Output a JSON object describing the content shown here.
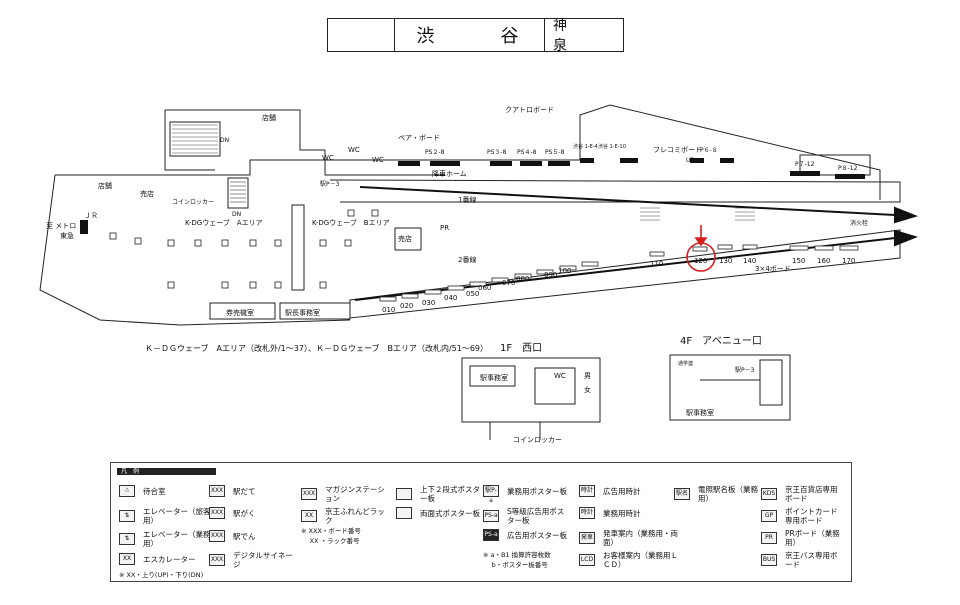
{
  "header": {
    "station": "渋　谷",
    "next_station": "神　泉"
  },
  "map": {
    "labels": {
      "jr": "ＪＲ",
      "metro": "至 メトロ",
      "toyoko": "東急",
      "shop_top": "店舗",
      "shop1": "店舗",
      "shop2": "売店",
      "coin_locker": "コインロッカー",
      "kdg_a": "K-DGウェーブ　Aエリア",
      "kdg_b": "K-DGウェーブ　Bエリア",
      "wc1": "WC",
      "wc2": "WC",
      "wc3": "WC",
      "pair_board": "ペア・ボード",
      "quattro_board": "クアトロボード",
      "flecomi_board": "フレコミボード",
      "arrival_platform": "降車ホーム",
      "track1": "1番線",
      "track2": "2番線",
      "kiosk": "売店",
      "ticket_office": "券売機室",
      "stationmaster": "駅長事務室",
      "three_by_four": "3×4ボード",
      "fire_hydrant": "消火栓",
      "elevator_p3": "駅P－3",
      "pr": "PR",
      "dn": "DN",
      "up": "UP",
      "ps2": "PS２-8",
      "ps3": "PS３-8",
      "ps4": "PS４-8",
      "ps5": "PS５-8",
      "p6": "P６-８",
      "p7": "P７-12",
      "p8": "P８-12",
      "shibuya1": "渋谷 1-E-4",
      "shibuya2": "渋谷 1-E-10"
    },
    "platform_numbers": [
      "010",
      "020",
      "030",
      "040",
      "050",
      "060",
      "070",
      "080",
      "090",
      "100",
      "110",
      "120",
      "130",
      "140",
      "150",
      "160",
      "170"
    ],
    "highlighted_number": "120",
    "highlight_color": "#d61e1e"
  },
  "caption": {
    "kdg": "Ｋ－ＤＧウェーブ　Aエリア（改札外/1～37）、Ｋ－ＤＧウェーブ　Bエリア（改札内/51～69）",
    "west_title": "1F　西口",
    "avenue_title": "4F　アベニュー口",
    "west_office": "駅事務室",
    "west_locker": "コインロッカー",
    "west_wc": "WC",
    "west_male": "男",
    "west_female": "女",
    "avenue_office": "駅事務室",
    "avenue_p3": "駅P－3",
    "avenue_corridor": "通学連"
  },
  "legend": {
    "title": "凡　例",
    "items": [
      {
        "label": "待合室",
        "sym": "☃"
      },
      {
        "label": "エレベーター（旅客用）",
        "sym": "⇅"
      },
      {
        "label": "エレベーター（業務用）",
        "sym": "⇅"
      },
      {
        "label": "エスカレーター",
        "sym": "XX"
      },
      {
        "label": "駅だて",
        "sym": "XXX"
      },
      {
        "label": "駅がく",
        "sym": "XXX"
      },
      {
        "label": "駅でん",
        "sym": "XXX"
      },
      {
        "label": "デジタルサイネージ",
        "sym": "XXX"
      },
      {
        "label": "マガジンステーション",
        "sym": "XXX"
      },
      {
        "label": "京王ふれんどラック",
        "sym": "XX"
      },
      {
        "label": "上下２段式ポスター板",
        "sym": ""
      },
      {
        "label": "両面式ポスター板",
        "sym": ""
      },
      {
        "label": "業務用ポスター板",
        "sym": "駅P-a"
      },
      {
        "label": "S等級広告用ポスター板",
        "sym": "PS-a"
      },
      {
        "label": "広告用ポスター板",
        "sym": "PS-a"
      },
      {
        "label": "広告用時計",
        "sym": "時計"
      },
      {
        "label": "業務用時計",
        "sym": "時計"
      },
      {
        "label": "発車案内（業務用・両面）",
        "sym": "発車"
      },
      {
        "label": "お客様案内（業務用ＬＣＤ）",
        "sym": "LCD"
      },
      {
        "label": "電照駅名板（業務用）",
        "sym": "駅名"
      },
      {
        "label": "京王百貨店専用ボード",
        "sym": "KDS"
      },
      {
        "label": "ポイントカード専用ボード",
        "sym": "GP"
      },
      {
        "label": "PRボード（業務用）",
        "sym": "PR"
      },
      {
        "label": "京王バス専用ボード",
        "sym": "BUS"
      }
    ],
    "note_updown": "※ XX・上り(UP)・下り(DN)",
    "note_board": "※ XXX・ボード番号\n　 XX ・ラック番号",
    "note_ab": "※ a・B1 換算許容枚数\n　 b・ポスター板番号"
  }
}
